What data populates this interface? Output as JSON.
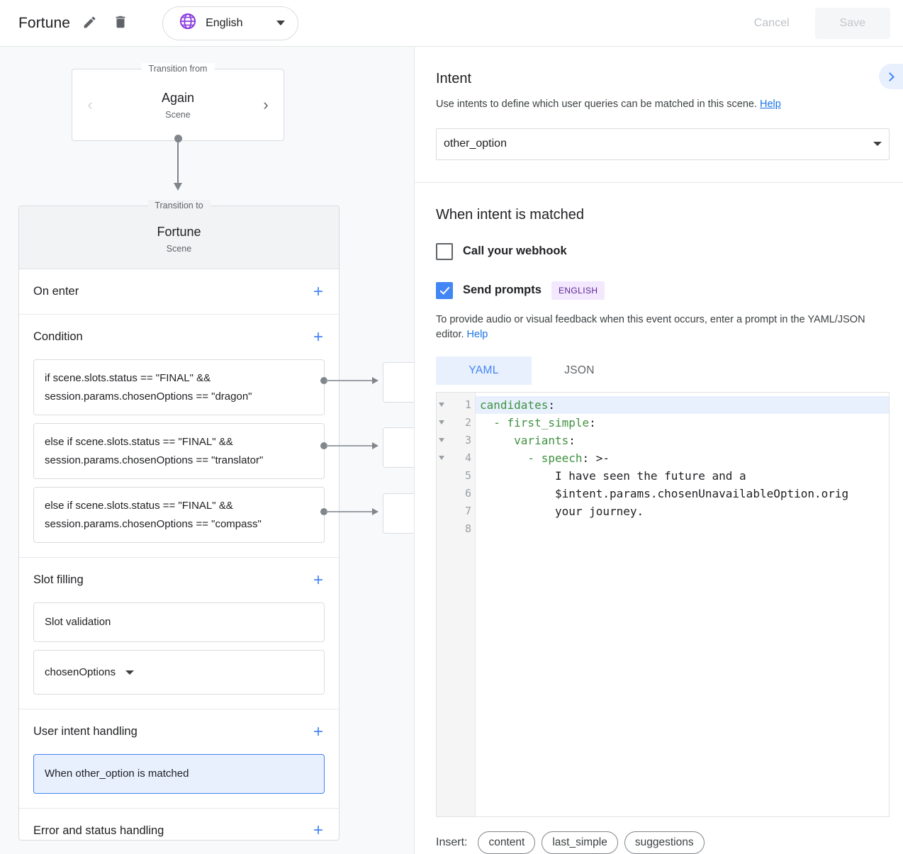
{
  "topbar": {
    "app_title": "Fortune",
    "edit_icon": "pencil-icon",
    "delete_icon": "trash-icon",
    "language": "English",
    "globe_icon": "globe-icon",
    "cancel_label": "Cancel",
    "save_label": "Save"
  },
  "canvas": {
    "transition_from": {
      "legend": "Transition from",
      "name": "Again",
      "type": "Scene",
      "prev_arrow": "‹",
      "next_arrow": "›"
    },
    "transition_to": {
      "legend": "Transition to",
      "name": "Fortune",
      "type": "Scene"
    },
    "sections": {
      "on_enter": "On enter",
      "condition": "Condition",
      "slot_filling": "Slot filling",
      "user_intent_handling": "User intent handling",
      "error_status_handling": "Error and status handling"
    },
    "conditions": [
      "if scene.slots.status == \"FINAL\" && session.params.chosenOptions == \"dragon\"",
      "else if scene.slots.status == \"FINAL\" && session.params.chosenOptions == \"translator\"",
      "else if scene.slots.status == \"FINAL\" && session.params.chosenOptions == \"compass\""
    ],
    "slot_filling_items": [
      "Slot validation",
      "chosenOptions"
    ],
    "user_intent_items": [
      "When other_option is matched"
    ],
    "add_icon": "plus-icon"
  },
  "panel": {
    "expand_icon": "chevron-right-icon",
    "intent": {
      "heading": "Intent",
      "description": "Use intents to define which user queries can be matched in this scene.",
      "help_link": "Help",
      "selected": "other_option"
    },
    "when_matched": {
      "heading": "When intent is matched",
      "webhook_label": "Call your webhook",
      "webhook_checked": false,
      "send_prompts_label": "Send prompts",
      "send_prompts_checked": true,
      "language_badge": "ENGLISH",
      "prompt_description": "To provide audio or visual feedback when this event occurs, enter a prompt in the YAML/JSON editor.",
      "prompt_help_link": "Help"
    },
    "tabs": [
      {
        "label": "YAML",
        "active": true
      },
      {
        "label": "JSON",
        "active": false
      }
    ],
    "editor": {
      "lines": [
        {
          "num": "1",
          "fold": true,
          "highlight": true,
          "key": "candidates",
          "rest": ":"
        },
        {
          "num": "2",
          "fold": true,
          "highlight": false,
          "key": "  - first_simple",
          "rest": ":"
        },
        {
          "num": "3",
          "fold": true,
          "highlight": false,
          "key": "     variants",
          "rest": ":"
        },
        {
          "num": "4",
          "fold": true,
          "highlight": false,
          "key": "       - speech",
          "rest": ": >-"
        },
        {
          "num": "5",
          "fold": false,
          "highlight": false,
          "key": "",
          "rest": "           I have seen the future and a"
        },
        {
          "num": "6",
          "fold": false,
          "highlight": false,
          "key": "",
          "rest": "           $intent.params.chosenUnavailableOption.orig"
        },
        {
          "num": "7",
          "fold": false,
          "highlight": false,
          "key": "",
          "rest": "           your journey."
        },
        {
          "num": "8",
          "fold": false,
          "highlight": false,
          "key": "",
          "rest": ""
        }
      ]
    },
    "insert": {
      "label": "Insert:",
      "chips": [
        "content",
        "last_simple",
        "suggestions"
      ]
    }
  },
  "colors": {
    "accent_blue": "#4285f4",
    "link_blue": "#1a73e8",
    "purple": "#8b3dde",
    "badge_purple": "#7627c9",
    "yaml_key_green": "#3f9140",
    "canvas_bg": "#f8f9fa"
  }
}
